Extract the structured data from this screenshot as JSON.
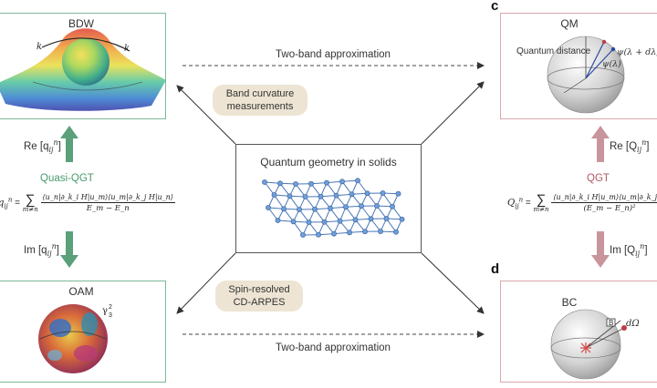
{
  "panels": {
    "bdw": {
      "title": "BDW",
      "k_left": "k",
      "k_right": "k"
    },
    "oam": {
      "title": "OAM",
      "label": "γ",
      "label_sup": "2",
      "label_sub": "3"
    },
    "qm": {
      "letter": "c",
      "title": "QM",
      "quantum_distance": "Quantum distance",
      "psi_top": "ψ(λ + dλ)",
      "psi_bottom": "ψ(λ)"
    },
    "bc": {
      "letter": "d",
      "title": "BC",
      "omega": "dΩ",
      "b_label": "B"
    },
    "center": {
      "title": "Quantum geometry in solids"
    }
  },
  "pills": {
    "band_curvature": "Band curvature measurements",
    "spin_resolved": "Spin-resolved CD-ARPES"
  },
  "connectors": {
    "two_band_top": "Two-band approximation",
    "two_band_bottom": "Two-band approximation"
  },
  "left_side": {
    "re_label": "Re [q",
    "quasi_qgt": "Quasi-QGT",
    "im_label": "Im [q",
    "lhs": "q",
    "sum_sub": "m≠n",
    "numerator": "⟨u_n|∂_k_i H|u_m⟩⟨u_m|∂_k_j H|u_n⟩",
    "denominator": "E_m − E_n",
    "color": "#4a9a6e"
  },
  "right_side": {
    "re_label": "Re [Q",
    "qgt": "QGT",
    "im_label": "Im [Q",
    "lhs": "Q",
    "sum_sub": "m≠n",
    "numerator": "⟨u_n|∂_k_i H|u_m⟩⟨u_m|∂_k_j H",
    "denominator": "(E_m − E_n)²",
    "color": "#b25a68"
  },
  "colors": {
    "green_border": "#7fb89a",
    "pink_border": "#d9a7ae",
    "green_arrow": "#5aa07a",
    "pink_arrow": "#c9959c",
    "pill_bg": "#ede4d3"
  }
}
